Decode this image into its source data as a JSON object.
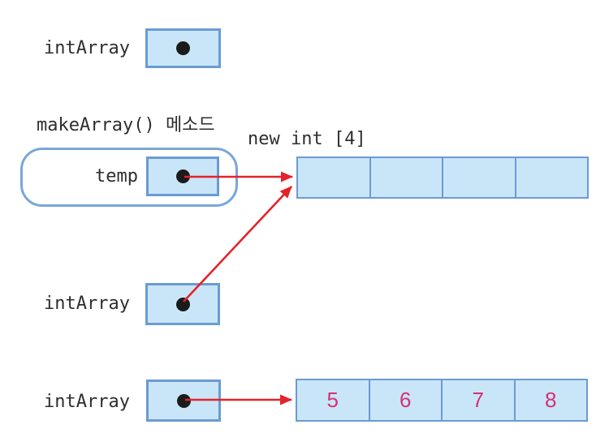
{
  "colors": {
    "box-fill": "#c9e6f8",
    "box-border": "#6b9bd2",
    "frame-border": "#7aa6d9",
    "arrow": "#e5222b",
    "value": "#d63076",
    "text": "#2e2e2e",
    "dot": "#1b1b1b"
  },
  "labels": {
    "top_ref": "intArray",
    "method_title": "makeArray() 메소드",
    "temp_ref": "temp",
    "new_array_caption": "new int [4]",
    "mid_ref": "intArray",
    "bottom_ref": "intArray"
  },
  "new_array": {
    "cell_count": 4,
    "cells": [
      "",
      "",
      "",
      ""
    ]
  },
  "value_array": {
    "cell_count": 4,
    "cells": [
      "5",
      "6",
      "7",
      "8"
    ]
  }
}
